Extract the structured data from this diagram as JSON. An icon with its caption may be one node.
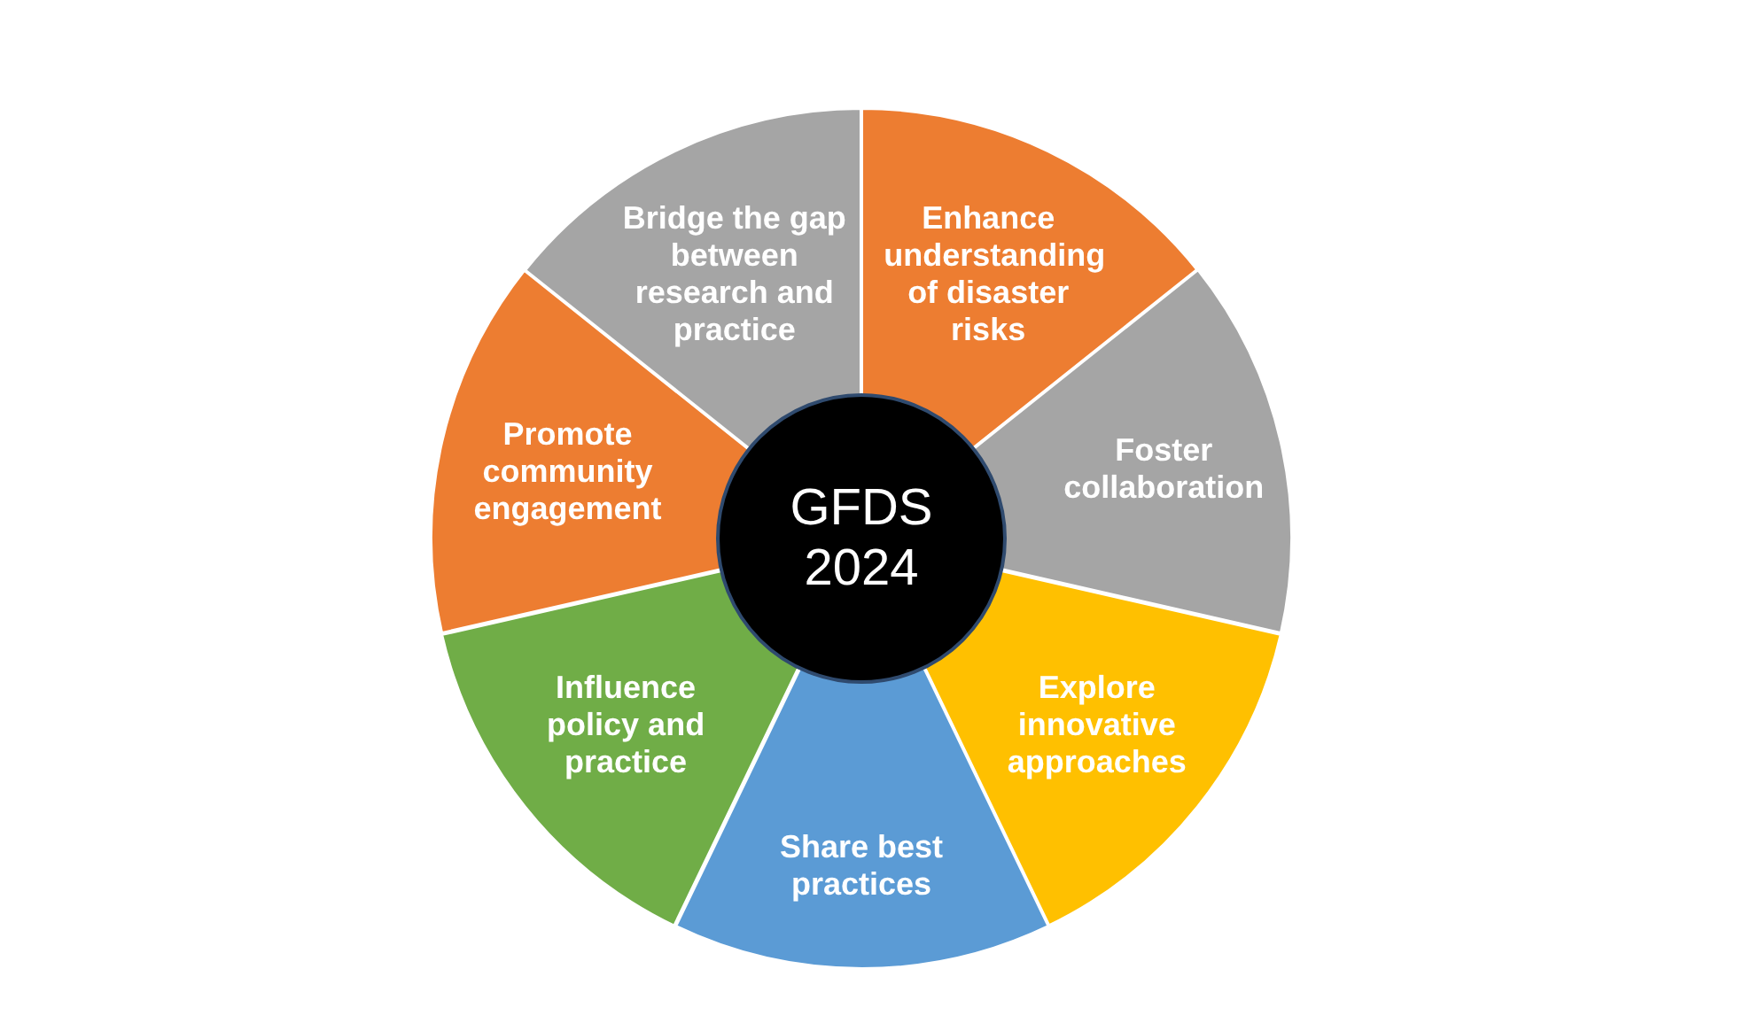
{
  "diagram": {
    "nodes": [
      {
        "text": [
          "GFDS 2024"
        ]
      },
      {
        "text": [
          "Enhance understanding of disaster risks"
        ]
      },
      {
        "text": [
          "Foster collaboration"
        ]
      },
      {
        "text": [
          "Explore innovative approaches"
        ]
      },
      {
        "text": [
          "Share best practices"
        ]
      },
      {
        "text": [
          "Influence policy and practice"
        ]
      },
      {
        "text": [
          "Promote community engagement"
        ]
      },
      {
        "text": [
          "Bridge the gap between research and practice"
        ]
      }
    ]
  }
}
